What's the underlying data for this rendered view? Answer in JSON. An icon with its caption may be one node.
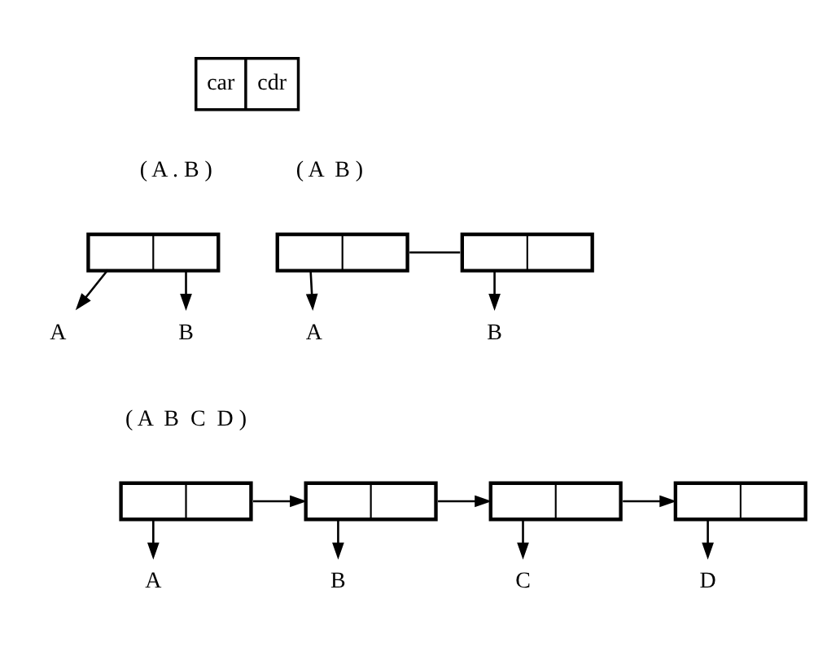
{
  "diagram": {
    "nodes": [
      {
        "text": [
          "car",
          "cdr"
        ]
      },
      {
        "text": [],
        "shape": "box"
      },
      {
        "text": [
          "A"
        ]
      },
      {
        "text": [
          "B"
        ]
      },
      {
        "text": [],
        "shape": "box"
      },
      {
        "text": [],
        "shape": "box"
      },
      {
        "text": [
          "A"
        ]
      },
      {
        "text": [
          "B"
        ]
      },
      {
        "text": [],
        "shape": "box"
      },
      {
        "text": [],
        "shape": "box"
      },
      {
        "text": [],
        "shape": "box"
      },
      {
        "text": [],
        "shape": "box"
      },
      {
        "text": [
          "A"
        ]
      },
      {
        "text": [
          "B"
        ]
      },
      {
        "text": [
          "C"
        ]
      },
      {
        "text": [
          "D"
        ]
      }
    ],
    "edges": [
      {
        "from": 1,
        "to": 2,
        "arrow": "to"
      },
      {
        "from": 1,
        "to": 3,
        "arrow": "to"
      },
      {
        "from": 4,
        "to": 6,
        "arrow": "to"
      },
      {
        "from": 4,
        "to": 5,
        "arrow": "none"
      },
      {
        "from": 5,
        "to": 7,
        "arrow": "to"
      },
      {
        "from": 8,
        "to": 12,
        "arrow": "to"
      },
      {
        "from": 8,
        "to": 9,
        "arrow": "to"
      },
      {
        "from": 9,
        "to": 13,
        "arrow": "to"
      },
      {
        "from": 9,
        "to": 10,
        "arrow": "to"
      },
      {
        "from": 10,
        "to": 14,
        "arrow": "to"
      },
      {
        "from": 10,
        "to": 11,
        "arrow": "to"
      },
      {
        "from": 11,
        "to": 15,
        "arrow": "to"
      }
    ],
    "labels": [
      "( A . B )",
      "( A  B )",
      "( A  B  C  D )"
    ]
  }
}
